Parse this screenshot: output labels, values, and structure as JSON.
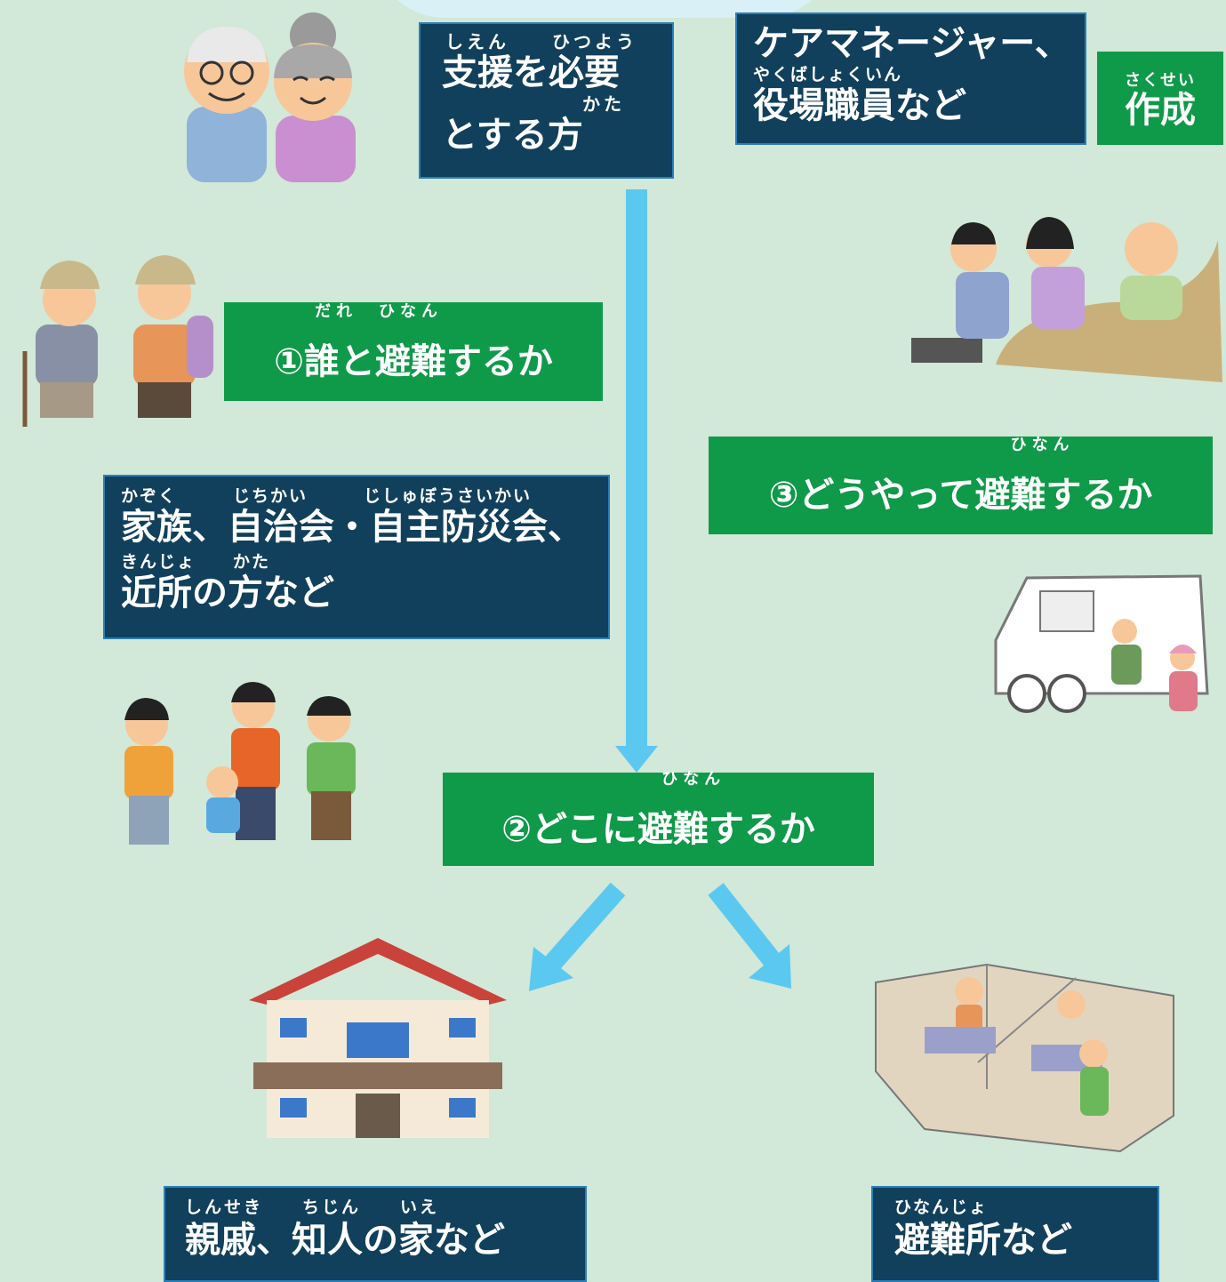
{
  "colors": {
    "background": "#d2e8d8",
    "navy_box": "#11405c",
    "green_box": "#0f9a49",
    "arrow": "#5bc8f0"
  },
  "support_person": {
    "ruby_line": "しえん　　ひつよう",
    "line1": "支援を必要",
    "ruby_line2": "かた",
    "line2": "とする方"
  },
  "creator": {
    "line1": "ケアマネージャー、",
    "ruby_line": "やくばしょくいん",
    "line2": "役場職員など"
  },
  "create_badge": {
    "ruby": "さくせい",
    "label": "作成"
  },
  "question1": {
    "ruby": "だれ　ひなん",
    "label": "①誰と避難するか"
  },
  "question2": {
    "ruby": "ひなん",
    "label": "②どこに避難するか"
  },
  "question3": {
    "ruby": "ひなん",
    "label": "③どうやって避難するか"
  },
  "helpers": {
    "ruby_line1": "かぞく　　　じちかい　　　じしゅぼうさいかい",
    "line1": "家族、自治会・自主防災会、",
    "ruby_line2": "きんじょ　　かた",
    "line2": "近所の方など"
  },
  "destination_home": {
    "ruby": "しんせき　　ちじん　　いえ",
    "label": "親戚、知人の家など"
  },
  "destination_shelter": {
    "ruby": "ひなんじょ",
    "label": "避難所など"
  }
}
